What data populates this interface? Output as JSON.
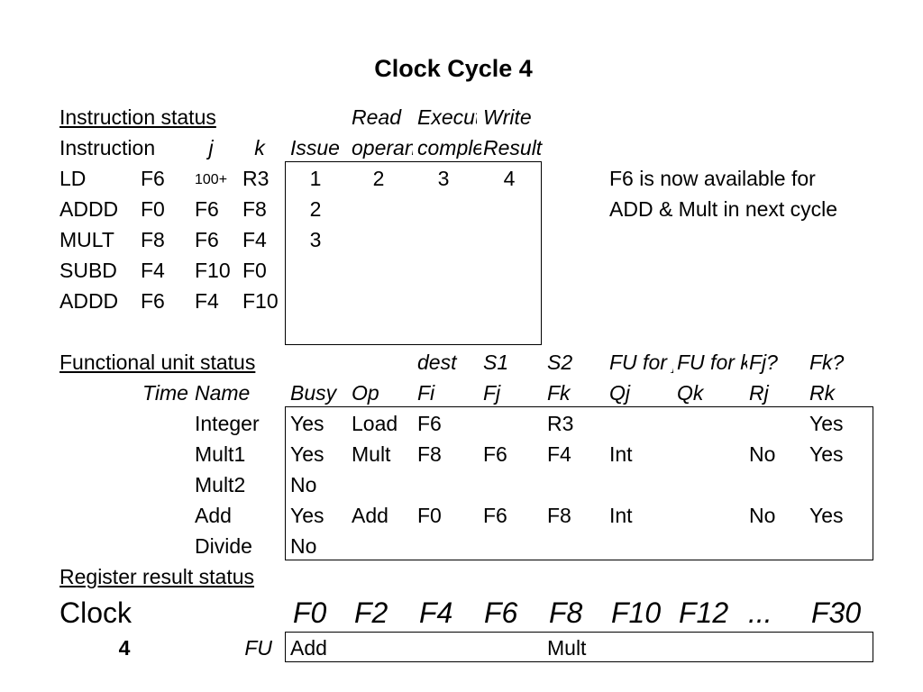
{
  "title": "Clock Cycle 4",
  "instruction_status": {
    "section_label": "Instruction status",
    "header_row1": {
      "read": "Read",
      "exec": "Execution",
      "write": "Write"
    },
    "header_row2": {
      "instruction": "Instruction",
      "j": "j",
      "k": "k",
      "issue": "Issue",
      "read": "operands",
      "exec": "complete",
      "write": "Result"
    },
    "rows": [
      {
        "op": "LD",
        "dest": "F6",
        "j": "100+",
        "k": "R3",
        "issue": "1",
        "read": "2",
        "exec": "3",
        "write": "4"
      },
      {
        "op": "ADDD",
        "dest": "F0",
        "j": "F6",
        "k": "F8",
        "issue": "2",
        "read": "",
        "exec": "",
        "write": ""
      },
      {
        "op": "MULT",
        "dest": "F8",
        "j": "F6",
        "k": "F4",
        "issue": "3",
        "read": "",
        "exec": "",
        "write": ""
      },
      {
        "op": "SUBD",
        "dest": "F4",
        "j": "F10",
        "k": "F0",
        "issue": "",
        "read": "",
        "exec": "",
        "write": ""
      },
      {
        "op": "ADDD",
        "dest": "F6",
        "j": "F4",
        "k": "F10",
        "issue": "",
        "read": "",
        "exec": "",
        "write": ""
      }
    ],
    "note_line1": "F6 is now available for",
    "note_line2": "ADD & Mult in next cycle"
  },
  "functional_unit_status": {
    "section_label": "Functional unit status",
    "header_row1": {
      "dest": "dest",
      "s1": "S1",
      "s2": "S2",
      "qj": "FU for j",
      "qk": "FU for k",
      "rj": "Fj?",
      "rk": "Fk?"
    },
    "header_row2": {
      "time": "Time",
      "name": "Name",
      "busy": "Busy",
      "op": "Op",
      "fi": "Fi",
      "fj": "Fj",
      "fk": "Fk",
      "qj": "Qj",
      "qk": "Qk",
      "rj": "Rj",
      "rk": "Rk"
    },
    "units": [
      {
        "name": "Integer",
        "busy": "Yes",
        "op": "Load",
        "fi": "F6",
        "fj": "",
        "fk": "R3",
        "qj": "",
        "qk": "",
        "rj": "",
        "rk": "Yes"
      },
      {
        "name": "Mult1",
        "busy": "Yes",
        "op": "Mult",
        "fi": "F8",
        "fj": "F6",
        "fk": "F4",
        "qj": "Int",
        "qk": "",
        "rj": "No",
        "rk": "Yes"
      },
      {
        "name": "Mult2",
        "busy": "No",
        "op": "",
        "fi": "",
        "fj": "",
        "fk": "",
        "qj": "",
        "qk": "",
        "rj": "",
        "rk": ""
      },
      {
        "name": "Add",
        "busy": "Yes",
        "op": "Add",
        "fi": "F0",
        "fj": "F6",
        "fk": "F8",
        "qj": "Int",
        "qk": "",
        "rj": "No",
        "rk": "Yes"
      },
      {
        "name": "Divide",
        "busy": "No",
        "op": "",
        "fi": "",
        "fj": "",
        "fk": "",
        "qj": "",
        "qk": "",
        "rj": "",
        "rk": ""
      }
    ]
  },
  "register_result_status": {
    "section_label": "Register result status",
    "clock_label": "Clock",
    "clock_value": "4",
    "fu_label": "FU",
    "registers": [
      "F0",
      "F2",
      "F4",
      "F6",
      "F8",
      "F10",
      "F12",
      "...",
      "F30"
    ],
    "fu_values": [
      "Add",
      "",
      "",
      "",
      "Mult",
      "",
      "",
      "",
      ""
    ]
  }
}
